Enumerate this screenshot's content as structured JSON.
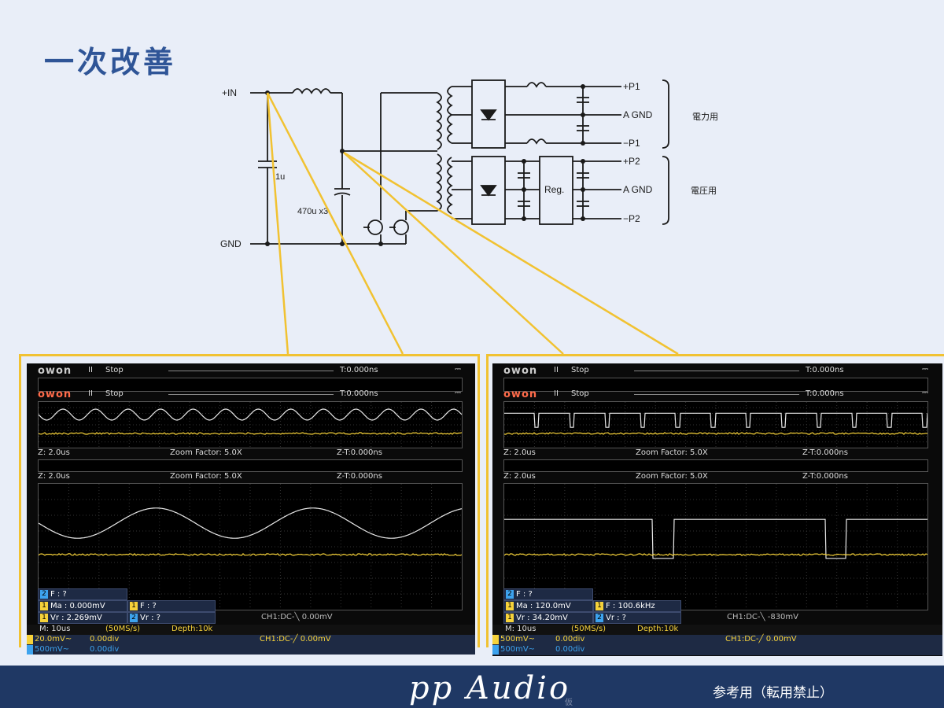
{
  "slide_title": "一次改善",
  "schematic": {
    "labels": {
      "in": "+IN",
      "gnd": "GND",
      "cap1": "1u",
      "cap2": "470u x3",
      "p1_pos": "+P1",
      "agnd1": "A GND",
      "p1_neg": "−P1",
      "p2_pos": "+P2",
      "agnd2": "A GND",
      "p2_neg": "−P2",
      "reg": "Reg.",
      "power_use": "電力用",
      "voltage_use": "電圧用"
    },
    "colors": {
      "line": "#1a1a1a",
      "callout": "#f1c232"
    }
  },
  "scopes": [
    {
      "id": "left",
      "logo": "owon",
      "status": "Stop",
      "trigger_time": "T:0.000ns",
      "zoom_info": {
        "z": "Z: 2.0us",
        "factor": "Zoom Factor: 5.0X",
        "zt": "Z-T:0.000ns"
      },
      "meas": {
        "ch2_f": "F :     ?",
        "ch1_ma": "Ma : 0.000mV",
        "ch1_f": "F :     ?",
        "ch1_vr": "Vr : 2.269mV",
        "ch2_vr": "Vr :     ?"
      },
      "coupling": "CH1:DC-╲ 0.00mV",
      "timebase": "M: 10us",
      "sample": "(50MS/s)",
      "depth": "Depth:10k",
      "ch1_scale": "20.0mV~",
      "ch1_pos": "0.00div",
      "ch2_scale": "500mV~",
      "ch2_pos": "0.00div",
      "trig_bottom": "CH1:DC-╱ 0.00mV",
      "wave": "sine"
    },
    {
      "id": "right",
      "logo": "owon",
      "status": "Stop",
      "trigger_time": "T:0.000ns",
      "zoom_info": {
        "z": "Z: 2.0us",
        "factor": "Zoom Factor: 5.0X",
        "zt": "Z-T:0.000ns"
      },
      "meas": {
        "ch2_f": "F :     ?",
        "ch1_ma": "Ma : 120.0mV",
        "ch1_f": "F : 100.6kHz",
        "ch1_vr": "Vr : 34.20mV",
        "ch2_vr": "Vr :     ?"
      },
      "coupling": "CH1:DC-╲ -830mV",
      "timebase": "M: 10us",
      "sample": "(50MS/s)",
      "depth": "Depth:10k",
      "ch1_scale": "500mV~",
      "ch1_pos": "0.00div",
      "ch2_scale": "500mV~",
      "ch2_pos": "0.00div",
      "trig_bottom": "CH1:DC-╱ 0.00mV",
      "wave": "pulse"
    }
  ],
  "colors": {
    "ch1": "#f6d23a",
    "ch2": "#e8e8e8",
    "footer": "#1f3864",
    "title": "#2f5597"
  },
  "footer": {
    "brand": "pp Audio",
    "brand_sub": "仮",
    "note": "参考用（転用禁止）"
  }
}
